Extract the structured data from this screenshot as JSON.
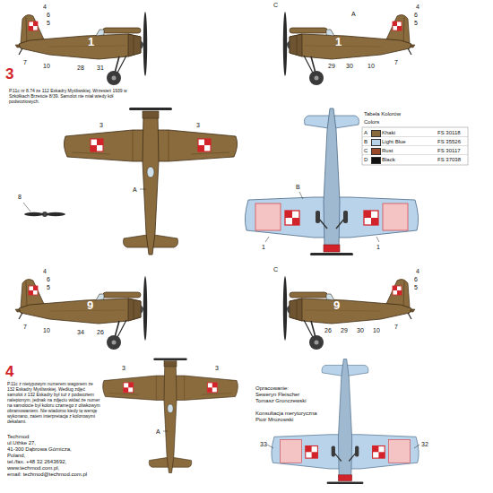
{
  "diagram": {
    "labels": [
      "4",
      "6",
      "5",
      "7",
      "10",
      "28",
      "31",
      "1",
      "C",
      "A",
      "4",
      "6",
      "5",
      "1",
      "29",
      "30",
      "10",
      "7",
      "3",
      "P.11c nr 8.74 ze 112 Eskadry Myśliwskiej. Wrzesień 1939 w Szkółkach Brzeście 8/39. Samolot nie miał wtedy kół podwoziowych.",
      "3",
      "3",
      "A",
      "8",
      "B",
      "1",
      "1",
      "Tabela Kolorów",
      "Colors",
      "A",
      "FS 30118",
      "B",
      "FS 35526",
      "C",
      "FS 30117",
      "D",
      "FS 37038",
      "4",
      "6",
      "5",
      "9",
      "7",
      "10",
      "34",
      "26",
      "C",
      "4",
      "6",
      "5",
      "9",
      "26",
      "29",
      "30",
      "10",
      "7",
      "4",
      "P.11c z nietypowym numerem wagonem ze 132 Eskadry Myśliwskiej. Według zdjęć samolot z 132 Eskadry był tuż z podwoziem nalepionym, jednak na zdjęciu widać że numer na samolocie był koloru czarnego z oliwkowym obramowaniem. Nie wiadomo kiedy tę wersję wykonano, zatem interpretacja z kolorowymi dekalami.",
      "3",
      "3",
      "A",
      "Opracowanie:",
      "Seweryn Fleischer",
      "Tomasz Gronczewski",
      "Konsultacja merytoryczna",
      "Piotr Mrozowski",
      "Techmod",
      "ul.Uthke 27,",
      "41-300 Dąbrowa Górnicza,",
      "Poland,",
      "tel./fax. +48 32 2643692,",
      "www.techmod.com.pl,",
      "email: techmod@techmod.com.pl",
      "33",
      "32"
    ],
    "legend": [
      {
        "text": "Khaki",
        "color": "#8a6b3d"
      },
      {
        "text": "Light Blue",
        "color": "#b9d3ea"
      },
      {
        "text": "Rust",
        "color": "#9a4a2a"
      },
      {
        "text": "Black",
        "color": "#111111"
      }
    ]
  }
}
